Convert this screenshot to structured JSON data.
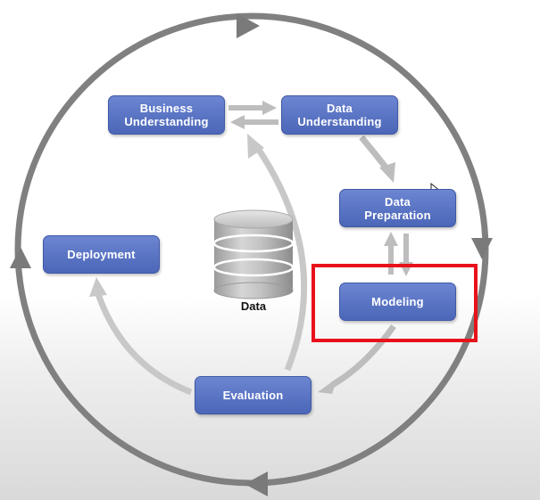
{
  "diagram": {
    "nodes": {
      "business": {
        "line1": "Business",
        "line2": "Understanding"
      },
      "data_understanding": {
        "line1": "Data",
        "line2": "Understanding"
      },
      "data_preparation": {
        "line1": "Data",
        "line2": "Preparation"
      },
      "deployment": "Deployment",
      "modeling": "Modeling",
      "evaluation": "Evaluation"
    },
    "center_label": "Data",
    "highlighted_node": "Modeling",
    "colors": {
      "node_fill": "#5a74c4",
      "node_border": "#3f58a6",
      "outer_cycle": "#808080",
      "inner_arrows": "#c0c0c0",
      "highlight": "#e8121b"
    }
  }
}
